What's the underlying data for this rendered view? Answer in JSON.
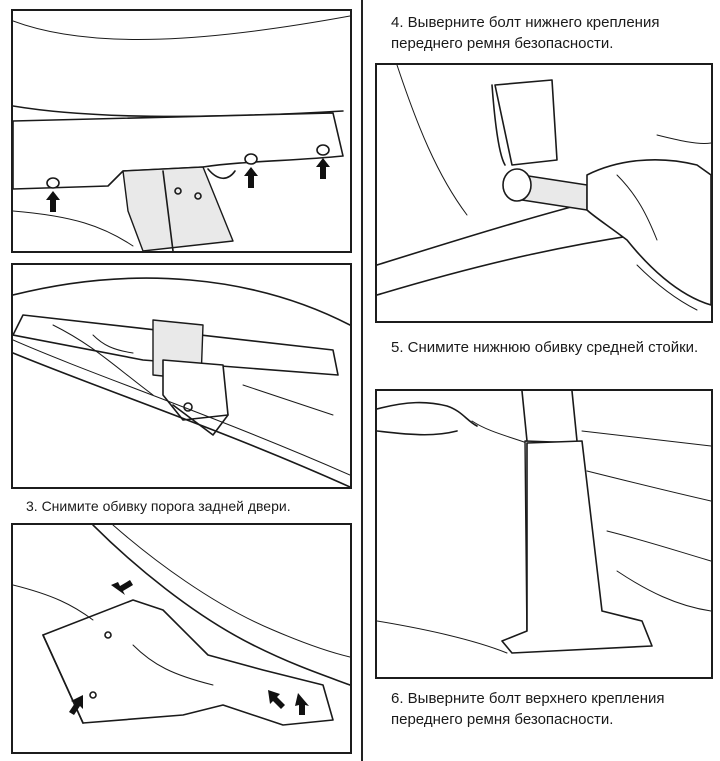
{
  "right_column": {
    "step4_caption": "4. Выверните болт нижнего крепления переднего ремня безопасности.",
    "step5_caption": "5. Снимите нижнюю обивку средней стойки.",
    "step6_caption": "6. Выверните болт верхнего крепления переднего ремня безопасности."
  },
  "left_column": {
    "step3_caption": "3. Снимите обивку порога задней двери."
  },
  "icons": {
    "arrow": "arrow-icon",
    "clip": "clip-icon",
    "bolt": "bolt-icon"
  }
}
